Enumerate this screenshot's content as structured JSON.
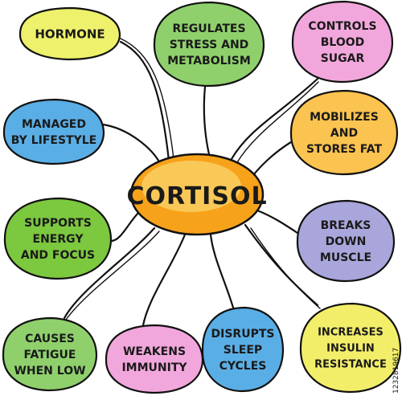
{
  "center": {
    "label": "CORTISOL",
    "color": "#f7a21b"
  },
  "nodes": [
    {
      "id": "hormone",
      "lines": [
        "HORMONE"
      ],
      "color": "#eef16b"
    },
    {
      "id": "regulates",
      "lines": [
        "REGULATES",
        "STRESS AND",
        "METABOLISM"
      ],
      "color": "#8fd06c"
    },
    {
      "id": "controls",
      "lines": [
        "CONTROLS",
        "BLOOD",
        "SUGAR"
      ],
      "color": "#f2a7dc"
    },
    {
      "id": "managed",
      "lines": [
        "MANAGED",
        "BY LIFESTYLE"
      ],
      "color": "#5aaee6"
    },
    {
      "id": "mobilizes",
      "lines": [
        "MOBILIZES",
        "AND",
        "STORES FAT"
      ],
      "color": "#fbc34f"
    },
    {
      "id": "supports",
      "lines": [
        "SUPPORTS",
        "ENERGY",
        "AND FOCUS"
      ],
      "color": "#7cc83f"
    },
    {
      "id": "breaks",
      "lines": [
        "BREAKS",
        "DOWN",
        "MUSCLE"
      ],
      "color": "#a9a6dc"
    },
    {
      "id": "fatigue",
      "lines": [
        "CAUSES",
        "FATIGUE",
        "WHEN LOW"
      ],
      "color": "#8fd06c"
    },
    {
      "id": "weakens",
      "lines": [
        "WEAKENS",
        "IMMUNITY"
      ],
      "color": "#f2a7dc"
    },
    {
      "id": "disrupts",
      "lines": [
        "DISRUPTS",
        "SLEEP",
        "CYCLES"
      ],
      "color": "#5aaee6"
    },
    {
      "id": "increases",
      "lines": [
        "INCREASES",
        "INSULIN",
        "RESISTANCE"
      ],
      "color": "#f3ee6a"
    }
  ],
  "watermark": "1232819617"
}
